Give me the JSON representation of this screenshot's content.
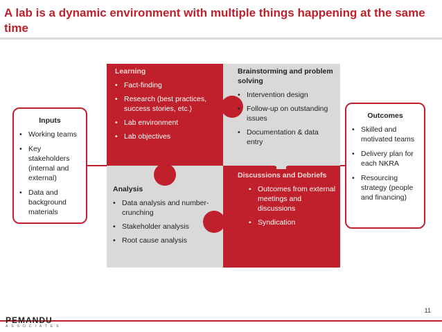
{
  "title": "A lab is a dynamic environment with multiple things happening at the same time",
  "colors": {
    "accent": "#c0202b",
    "grey": "#d9d9d9"
  },
  "learning": {
    "heading": "Learning",
    "items": [
      "Fact-finding",
      "Research (best practices, success stories, etc.)",
      "Lab environment",
      "Lab objectives"
    ]
  },
  "brainstorming": {
    "heading": "Brainstorming and problem solving",
    "items": [
      "Intervention design",
      "Follow-up on outstanding issues",
      "Documentation & data entry"
    ]
  },
  "analysis": {
    "heading": "Analysis",
    "items": [
      "Data analysis and number-crunching",
      "Stakeholder analysis",
      "Root cause analysis"
    ]
  },
  "discussions": {
    "heading": "Discussions and Debriefs",
    "items": [
      "Outcomes from external meetings and discussions",
      "Syndication"
    ]
  },
  "inputs": {
    "heading": "Inputs",
    "items": [
      "Working teams",
      "Key stakeholders (internal and external)",
      "Data and background materials"
    ]
  },
  "outcomes": {
    "heading": "Outcomes",
    "items": [
      "Skilled and motivated teams",
      "Delivery plan for each NKRA",
      "Resourcing strategy (people and financing)"
    ]
  },
  "footer": {
    "logo_name": "PEMANDU",
    "logo_sub": "ASSOCIATES",
    "page_number": "11"
  }
}
